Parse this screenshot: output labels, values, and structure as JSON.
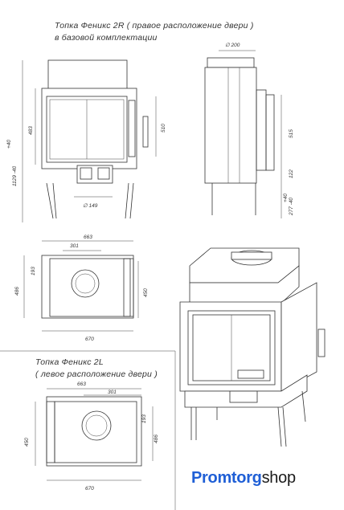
{
  "notes": {
    "right_title_line1": "Топка Феникс 2R ( правое расположение двери )",
    "right_title_line2": "в базовой комплектации",
    "left_title_line1": "Топка Феникс 2L",
    "left_title_line2": "( левое расположение двери )"
  },
  "dims": {
    "front_height_total": "1129 -40",
    "front_height_alt": "+40",
    "front_483": "483",
    "front_510": "510",
    "front_pipe": "∅ 149",
    "side_pipe": "∅ 200",
    "side_515": "515",
    "side_122": "122",
    "side_277": "277 -40",
    "side_277_alt": "+40",
    "top_663": "663",
    "top_301": "301",
    "top_193": "193",
    "top_486": "486",
    "top_450": "450",
    "top_670": "670",
    "left_663": "663",
    "left_301": "301",
    "left_193": "193",
    "left_486": "486",
    "left_450": "450",
    "left_670": "670"
  },
  "logo": {
    "part1": "Promtorg",
    "part2": "shop"
  }
}
